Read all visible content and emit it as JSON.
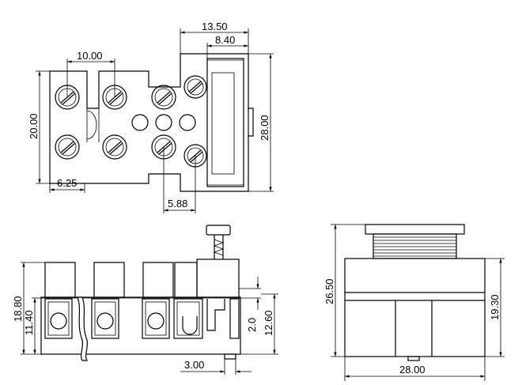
{
  "dimensions": {
    "d_13_50": "13.50",
    "d_8_40": "8.40",
    "d_10_00": "10.00",
    "d_20_00": "20.00",
    "d_28_00_right": "28.00",
    "d_6_25": "6.25",
    "d_5_88": "5.88",
    "d_18_80": "18.80",
    "d_11_40": "11.40",
    "d_2_0": "2.0",
    "d_12_60": "12.60",
    "d_3_00": "3.00",
    "d_26_50": "26.50",
    "d_19_30": "19.30",
    "d_28_00_bottom": "28.00"
  }
}
